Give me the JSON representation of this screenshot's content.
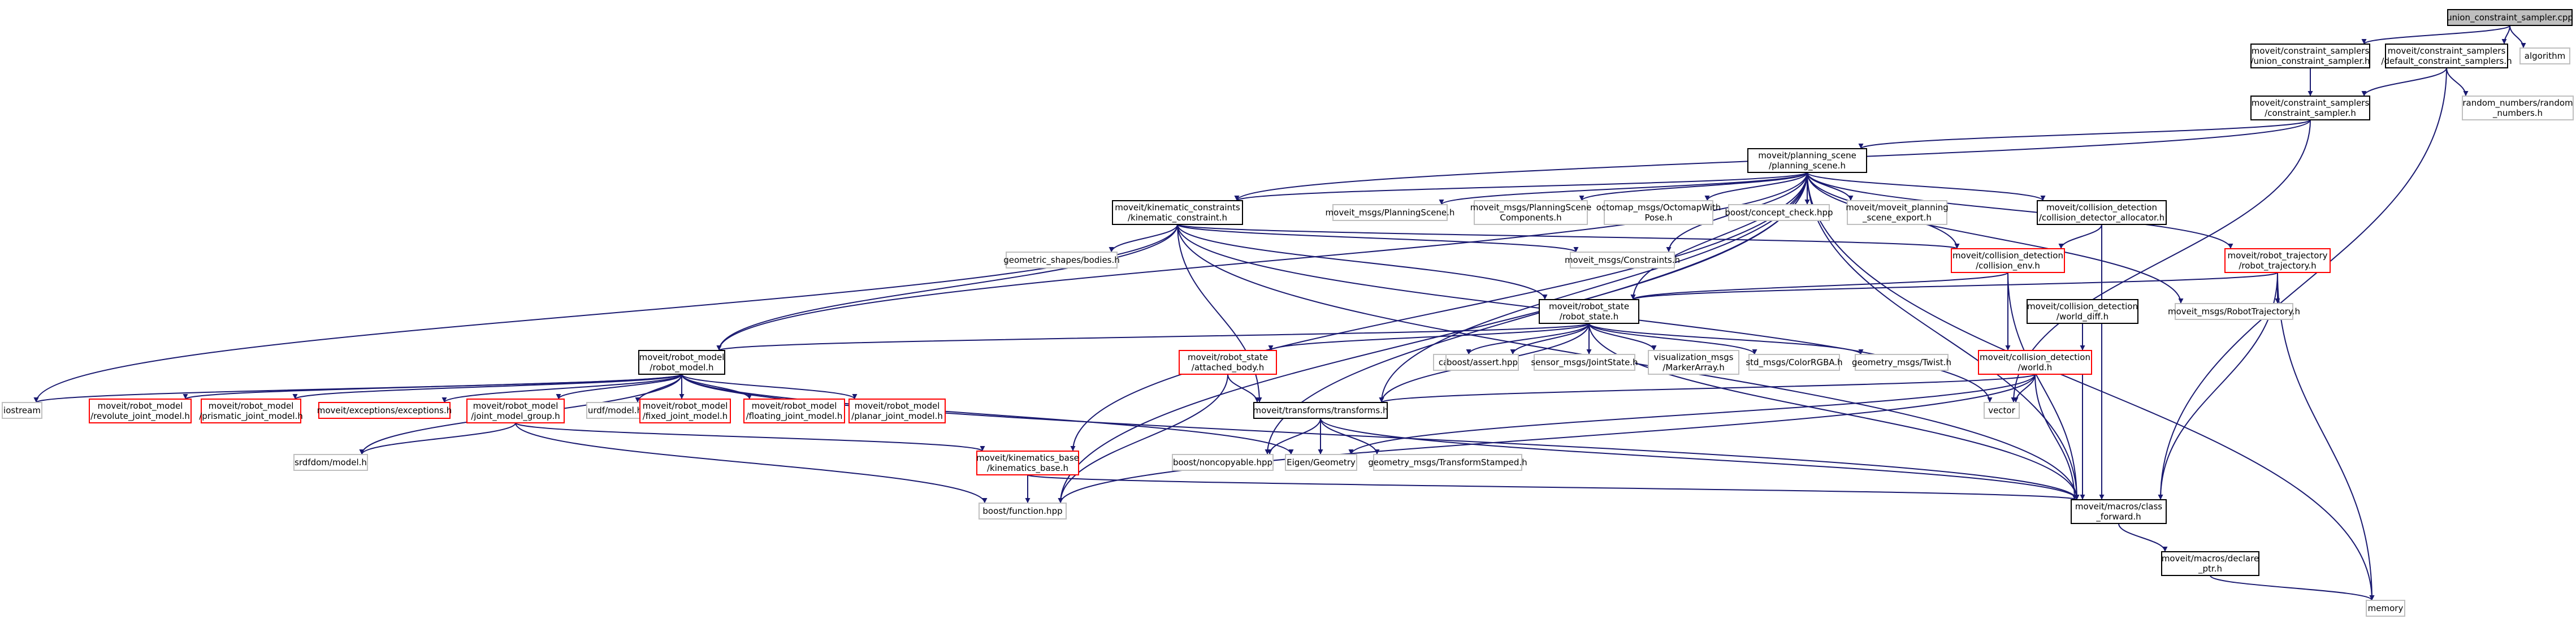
{
  "colors": {
    "edge": "#191970",
    "root_fill": "#bfbfbf",
    "root_border": "#000000",
    "normal_border": "#000000",
    "missing_border": "#bfbfbf",
    "truncated_border": "#ff0000"
  },
  "nodes": {
    "union_cpp": {
      "lines": [
        "union_constraint_sampler.cpp"
      ],
      "kind": "root"
    },
    "union_h": {
      "lines": [
        "moveit/constraint_samplers",
        "/union_constraint_sampler.h"
      ],
      "kind": "normal"
    },
    "default_h": {
      "lines": [
        "moveit/constraint_samplers",
        "/default_constraint_samplers.h"
      ],
      "kind": "normal"
    },
    "algorithm": {
      "lines": [
        "algorithm"
      ],
      "kind": "missing"
    },
    "cs_h": {
      "lines": [
        "moveit/constraint_samplers",
        "/constraint_sampler.h"
      ],
      "kind": "normal"
    },
    "random_h": {
      "lines": [
        "random_numbers/random",
        "_numbers.h"
      ],
      "kind": "missing"
    },
    "ps_h": {
      "lines": [
        "moveit/planning_scene",
        "/planning_scene.h"
      ],
      "kind": "normal"
    },
    "kc_h": {
      "lines": [
        "moveit/kinematic_constraints",
        "/kinematic_constraint.h"
      ],
      "kind": "normal"
    },
    "ps_msg": {
      "lines": [
        "moveit_msgs/PlanningScene.h"
      ],
      "kind": "missing"
    },
    "psc_msg": {
      "lines": [
        "moveit_msgs/PlanningScene",
        "Components.h"
      ],
      "kind": "missing"
    },
    "octo_msg": {
      "lines": [
        "octomap_msgs/OctomapWith",
        "Pose.h"
      ],
      "kind": "missing"
    },
    "concept_h": {
      "lines": [
        "boost/concept_check.hpp"
      ],
      "kind": "missing"
    },
    "psexport_h": {
      "lines": [
        "moveit/moveit_planning",
        "_scene_export.h"
      ],
      "kind": "missing"
    },
    "cda_h": {
      "lines": [
        "moveit/collision_detection",
        "/collision_detector_allocator.h"
      ],
      "kind": "normal"
    },
    "geoshapes_h": {
      "lines": [
        "geometric_shapes/bodies.h"
      ],
      "kind": "missing"
    },
    "constraints_h": {
      "lines": [
        "moveit_msgs/Constraints.h"
      ],
      "kind": "missing"
    },
    "cenv_h": {
      "lines": [
        "moveit/collision_detection",
        "/collision_env.h"
      ],
      "kind": "truncated"
    },
    "rtraj_h": {
      "lines": [
        "moveit/robot_trajectory",
        "/robot_trajectory.h"
      ],
      "kind": "truncated"
    },
    "rs_h": {
      "lines": [
        "moveit/robot_state",
        "/robot_state.h"
      ],
      "kind": "normal"
    },
    "wdiff_h": {
      "lines": [
        "moveit/collision_detection",
        "/world_diff.h"
      ],
      "kind": "normal"
    },
    "rtraj_msg": {
      "lines": [
        "moveit_msgs/RobotTrajectory.h"
      ],
      "kind": "missing"
    },
    "rm_h": {
      "lines": [
        "moveit/robot_model",
        "/robot_model.h"
      ],
      "kind": "normal"
    },
    "cassert": {
      "lines": [
        "cassert"
      ],
      "kind": "missing"
    },
    "bassert": {
      "lines": [
        "boost/assert.hpp"
      ],
      "kind": "missing"
    },
    "js_msg": {
      "lines": [
        "sensor_msgs/JointState.h"
      ],
      "kind": "missing"
    },
    "viz_msg": {
      "lines": [
        "visualization_msgs",
        "/MarkerArray.h"
      ],
      "kind": "missing"
    },
    "color_msg": {
      "lines": [
        "std_msgs/ColorRGBA.h"
      ],
      "kind": "missing"
    },
    "twist_msg": {
      "lines": [
        "geometry_msgs/Twist.h"
      ],
      "kind": "missing"
    },
    "ab_h": {
      "lines": [
        "moveit/robot_state",
        "/attached_body.h"
      ],
      "kind": "truncated"
    },
    "world_h": {
      "lines": [
        "moveit/collision_detection",
        "/world.h"
      ],
      "kind": "truncated"
    },
    "iostream": {
      "lines": [
        "iostream"
      ],
      "kind": "missing"
    },
    "revolute_h": {
      "lines": [
        "moveit/robot_model",
        "/revolute_joint_model.h"
      ],
      "kind": "truncated"
    },
    "prismatic_h": {
      "lines": [
        "moveit/robot_model",
        "/prismatic_joint_model.h"
      ],
      "kind": "truncated"
    },
    "exceptions_h": {
      "lines": [
        "moveit/exceptions/exceptions.h"
      ],
      "kind": "truncated"
    },
    "jmg_h": {
      "lines": [
        "moveit/robot_model",
        "/joint_model_group.h"
      ],
      "kind": "truncated"
    },
    "urdf_h": {
      "lines": [
        "urdf/model.h"
      ],
      "kind": "missing"
    },
    "fixed_h": {
      "lines": [
        "moveit/robot_model",
        "/fixed_joint_model.h"
      ],
      "kind": "truncated"
    },
    "floating_h": {
      "lines": [
        "moveit/robot_model",
        "/floating_joint_model.h"
      ],
      "kind": "truncated"
    },
    "planar_h": {
      "lines": [
        "moveit/robot_model",
        "/planar_joint_model.h"
      ],
      "kind": "truncated"
    },
    "transforms_h": {
      "lines": [
        "moveit/transforms/transforms.h"
      ],
      "kind": "normal"
    },
    "vector": {
      "lines": [
        "vector"
      ],
      "kind": "missing"
    },
    "srdfdom_h": {
      "lines": [
        "srdfdom/model.h"
      ],
      "kind": "missing"
    },
    "kb_h": {
      "lines": [
        "moveit/kinematics_base",
        "/kinematics_base.h"
      ],
      "kind": "truncated"
    },
    "noncopy_h": {
      "lines": [
        "boost/noncopyable.hpp"
      ],
      "kind": "missing"
    },
    "eigen_h": {
      "lines": [
        "Eigen/Geometry"
      ],
      "kind": "missing"
    },
    "tfstamped_msg": {
      "lines": [
        "geometry_msgs/TransformStamped.h"
      ],
      "kind": "missing"
    },
    "bfunction_h": {
      "lines": [
        "boost/function.hpp"
      ],
      "kind": "missing"
    },
    "cf_h": {
      "lines": [
        "moveit/macros/class",
        "_forward.h"
      ],
      "kind": "normal"
    },
    "decl_h": {
      "lines": [
        "moveit/macros/declare",
        "_ptr.h"
      ],
      "kind": "normal"
    },
    "memory": {
      "lines": [
        "memory"
      ],
      "kind": "missing"
    }
  },
  "edges": [
    [
      "union_cpp",
      "union_h"
    ],
    [
      "union_cpp",
      "default_h"
    ],
    [
      "union_cpp",
      "algorithm"
    ],
    [
      "union_h",
      "cs_h"
    ],
    [
      "default_h",
      "cs_h"
    ],
    [
      "default_h",
      "random_h"
    ],
    [
      "default_h",
      "cf_h"
    ],
    [
      "cs_h",
      "ps_h"
    ],
    [
      "cs_h",
      "kc_h"
    ],
    [
      "cs_h",
      "vector"
    ],
    [
      "ps_h",
      "ps_msg"
    ],
    [
      "ps_h",
      "psc_msg"
    ],
    [
      "ps_h",
      "octo_msg"
    ],
    [
      "ps_h",
      "concept_h"
    ],
    [
      "ps_h",
      "psexport_h"
    ],
    [
      "ps_h",
      "cda_h"
    ],
    [
      "ps_h",
      "kc_h"
    ],
    [
      "ps_h",
      "constraints_h"
    ],
    [
      "ps_h",
      "cenv_h"
    ],
    [
      "ps_h",
      "rtraj_h"
    ],
    [
      "ps_h",
      "rs_h"
    ],
    [
      "ps_h",
      "rtraj_msg"
    ],
    [
      "ps_h",
      "rm_h"
    ],
    [
      "ps_h",
      "transforms_h"
    ],
    [
      "ps_h",
      "kb_h"
    ],
    [
      "ps_h",
      "noncopy_h"
    ],
    [
      "ps_h",
      "bfunction_h"
    ],
    [
      "ps_h",
      "cf_h"
    ],
    [
      "ps_h",
      "memory"
    ],
    [
      "kc_h",
      "geoshapes_h"
    ],
    [
      "kc_h",
      "constraints_h"
    ],
    [
      "kc_h",
      "cenv_h"
    ],
    [
      "kc_h",
      "rs_h"
    ],
    [
      "kc_h",
      "rm_h"
    ],
    [
      "kc_h",
      "iostream"
    ],
    [
      "kc_h",
      "transforms_h"
    ],
    [
      "kc_h",
      "vector"
    ],
    [
      "kc_h",
      "cf_h"
    ],
    [
      "cda_h",
      "cenv_h"
    ],
    [
      "cda_h",
      "cf_h"
    ],
    [
      "cenv_h",
      "rs_h"
    ],
    [
      "cenv_h",
      "world_h"
    ],
    [
      "cenv_h",
      "cf_h"
    ],
    [
      "rtraj_h",
      "rs_h"
    ],
    [
      "rtraj_h",
      "rtraj_msg"
    ],
    [
      "rtraj_h",
      "cf_h"
    ],
    [
      "rtraj_h",
      "memory"
    ],
    [
      "rs_h",
      "rm_h"
    ],
    [
      "rs_h",
      "cassert"
    ],
    [
      "rs_h",
      "bassert"
    ],
    [
      "rs_h",
      "js_msg"
    ],
    [
      "rs_h",
      "viz_msg"
    ],
    [
      "rs_h",
      "color_msg"
    ],
    [
      "rs_h",
      "twist_msg"
    ],
    [
      "rs_h",
      "ab_h"
    ],
    [
      "rs_h",
      "transforms_h"
    ],
    [
      "rs_h",
      "cf_h"
    ],
    [
      "wdiff_h",
      "world_h"
    ],
    [
      "wdiff_h",
      "cf_h"
    ],
    [
      "rm_h",
      "iostream"
    ],
    [
      "rm_h",
      "revolute_h"
    ],
    [
      "rm_h",
      "prismatic_h"
    ],
    [
      "rm_h",
      "exceptions_h"
    ],
    [
      "rm_h",
      "jmg_h"
    ],
    [
      "rm_h",
      "urdf_h"
    ],
    [
      "rm_h",
      "fixed_h"
    ],
    [
      "rm_h",
      "floating_h"
    ],
    [
      "rm_h",
      "planar_h"
    ],
    [
      "rm_h",
      "srdfdom_h"
    ],
    [
      "rm_h",
      "eigen_h"
    ],
    [
      "rm_h",
      "cf_h"
    ],
    [
      "ab_h",
      "transforms_h"
    ],
    [
      "ab_h",
      "bfunction_h"
    ],
    [
      "world_h",
      "transforms_h"
    ],
    [
      "world_h",
      "vector"
    ],
    [
      "world_h",
      "eigen_h"
    ],
    [
      "world_h",
      "bfunction_h"
    ],
    [
      "world_h",
      "cf_h"
    ],
    [
      "jmg_h",
      "srdfdom_h"
    ],
    [
      "jmg_h",
      "kb_h"
    ],
    [
      "jmg_h",
      "bfunction_h"
    ],
    [
      "transforms_h",
      "noncopy_h"
    ],
    [
      "transforms_h",
      "eigen_h"
    ],
    [
      "transforms_h",
      "tfstamped_msg"
    ],
    [
      "transforms_h",
      "cf_h"
    ],
    [
      "kb_h",
      "bfunction_h"
    ],
    [
      "kb_h",
      "cf_h"
    ],
    [
      "cf_h",
      "decl_h"
    ],
    [
      "decl_h",
      "memory"
    ]
  ]
}
